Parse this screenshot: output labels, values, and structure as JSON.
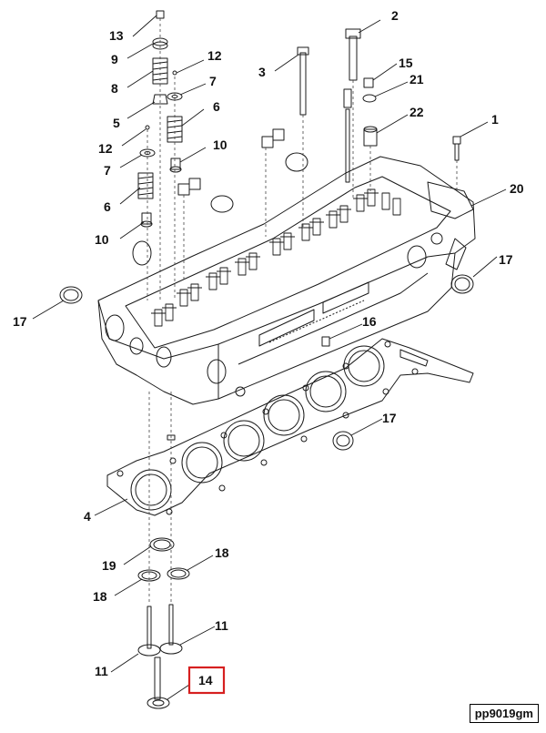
{
  "figure": {
    "reference_code": "pp9019gm",
    "highlighted_callout": "14",
    "highlight_color": "#d62020"
  },
  "callouts": {
    "c1": "1",
    "c2": "2",
    "c3": "3",
    "c4": "4",
    "c5": "5",
    "c6a": "6",
    "c6b": "6",
    "c7a": "7",
    "c7b": "7",
    "c8": "8",
    "c9": "9",
    "c10a": "10",
    "c10b": "10",
    "c11a": "11",
    "c11b": "11",
    "c12a": "12",
    "c12b": "12",
    "c13": "13",
    "c14": "14",
    "c15": "15",
    "c16": "16",
    "c17a": "17",
    "c17b": "17",
    "c17c": "17",
    "c18a": "18",
    "c18b": "18",
    "c19": "19",
    "c20": "20",
    "c21": "21",
    "c22": "22"
  }
}
